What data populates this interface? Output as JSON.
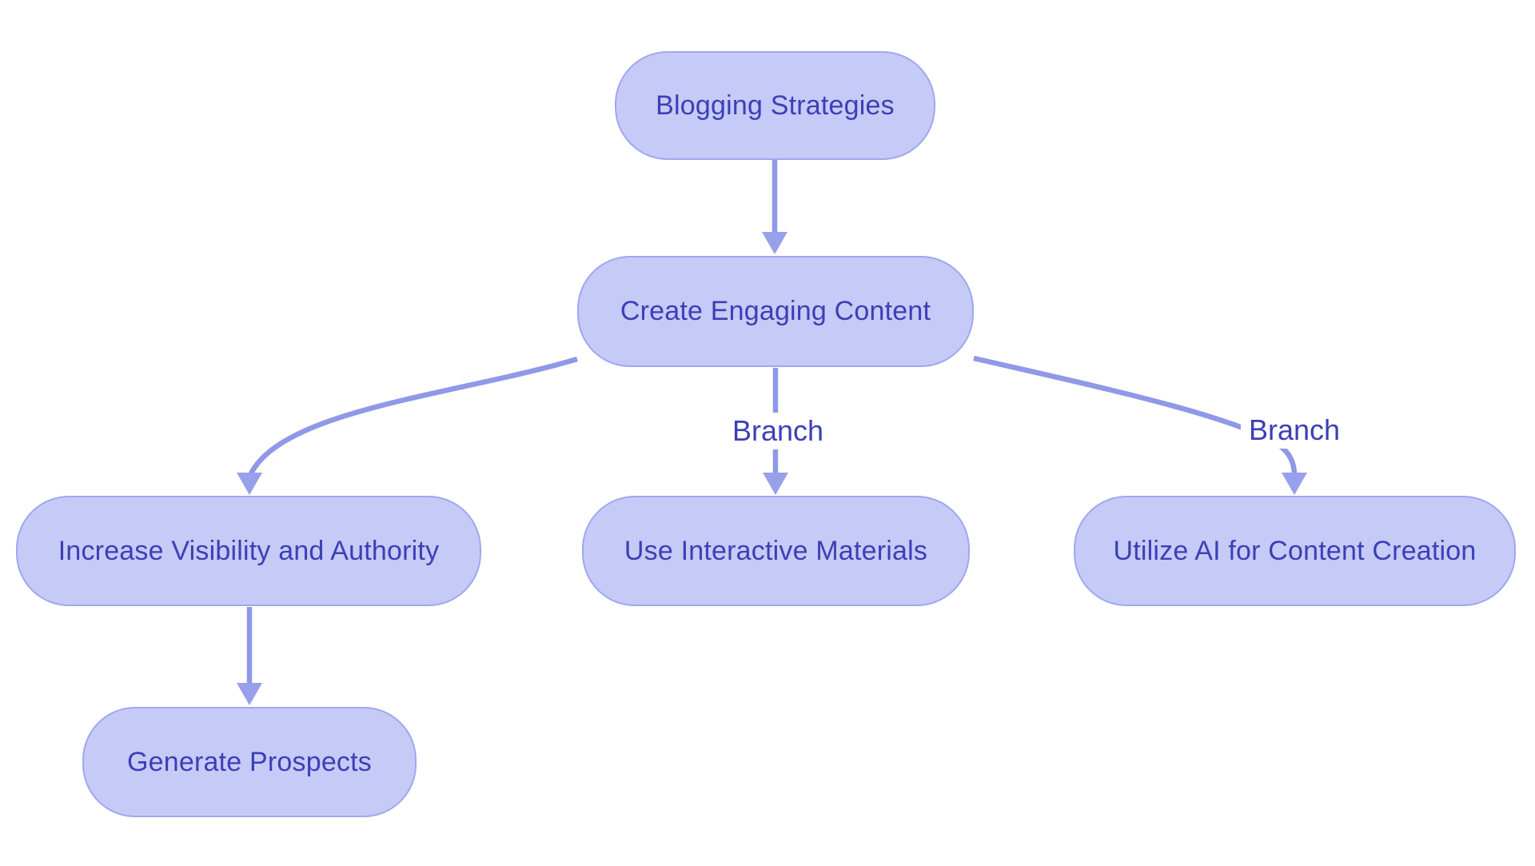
{
  "diagram": {
    "title_node": "Blogging Strategies",
    "colors": {
      "background": "#ffffff",
      "node_fill": "#c6caf6",
      "node_border": "#a0a7ee",
      "edge_stroke": "#9098e8",
      "arrowhead_fill": "#98a0eb",
      "text": "#3b40b6"
    },
    "nodes": [
      {
        "id": "blogging",
        "label": "Blogging Strategies"
      },
      {
        "id": "create",
        "label": "Create Engaging Content"
      },
      {
        "id": "increase",
        "label": "Increase Visibility and Authority"
      },
      {
        "id": "interactive",
        "label": "Use Interactive Materials"
      },
      {
        "id": "utilize",
        "label": "Utilize AI for Content Creation"
      },
      {
        "id": "generate",
        "label": "Generate Prospects"
      }
    ],
    "edges": [
      {
        "from": "blogging",
        "to": "create",
        "label": ""
      },
      {
        "from": "create",
        "to": "increase",
        "label": ""
      },
      {
        "from": "create",
        "to": "interactive",
        "label": "Branch"
      },
      {
        "from": "create",
        "to": "utilize",
        "label": "Branch"
      },
      {
        "from": "increase",
        "to": "generate",
        "label": ""
      }
    ]
  }
}
